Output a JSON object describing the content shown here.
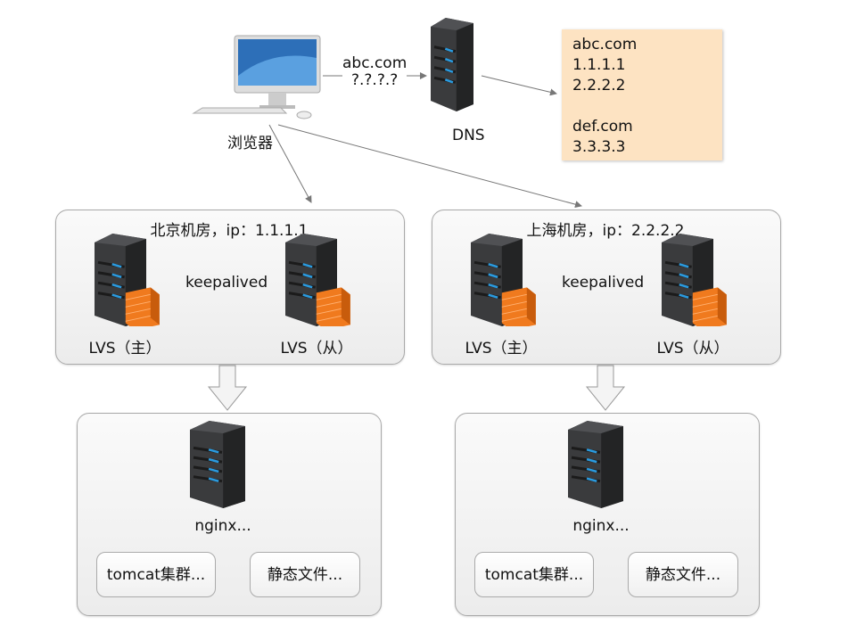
{
  "browser": {
    "label": "浏览器"
  },
  "dns": {
    "query_domain": "abc.com",
    "query_ip": "?.?.?.?",
    "label": "DNS"
  },
  "dns_records": {
    "lines": [
      "abc.com",
      "1.1.1.1",
      "2.2.2.2",
      "",
      "def.com",
      "3.3.3.3"
    ]
  },
  "datacenters": [
    {
      "title": "北京机房，ip：1.1.1.1",
      "master": "LVS（主）",
      "slave": "LVS（从）",
      "link": "keepalived",
      "nginx": "nginx...",
      "tomcat": "tomcat集群...",
      "static": "静态文件..."
    },
    {
      "title": "上海机房，ip：2.2.2.2",
      "master": "LVS（主）",
      "slave": "LVS（从）",
      "link": "keepalived",
      "nginx": "nginx...",
      "tomcat": "tomcat集群...",
      "static": "静态文件..."
    }
  ],
  "colors": {
    "note_bg": "#fde3c2",
    "firewall": "#f07a1e",
    "server": "#2f3032",
    "server_led": "#2a9be0"
  }
}
